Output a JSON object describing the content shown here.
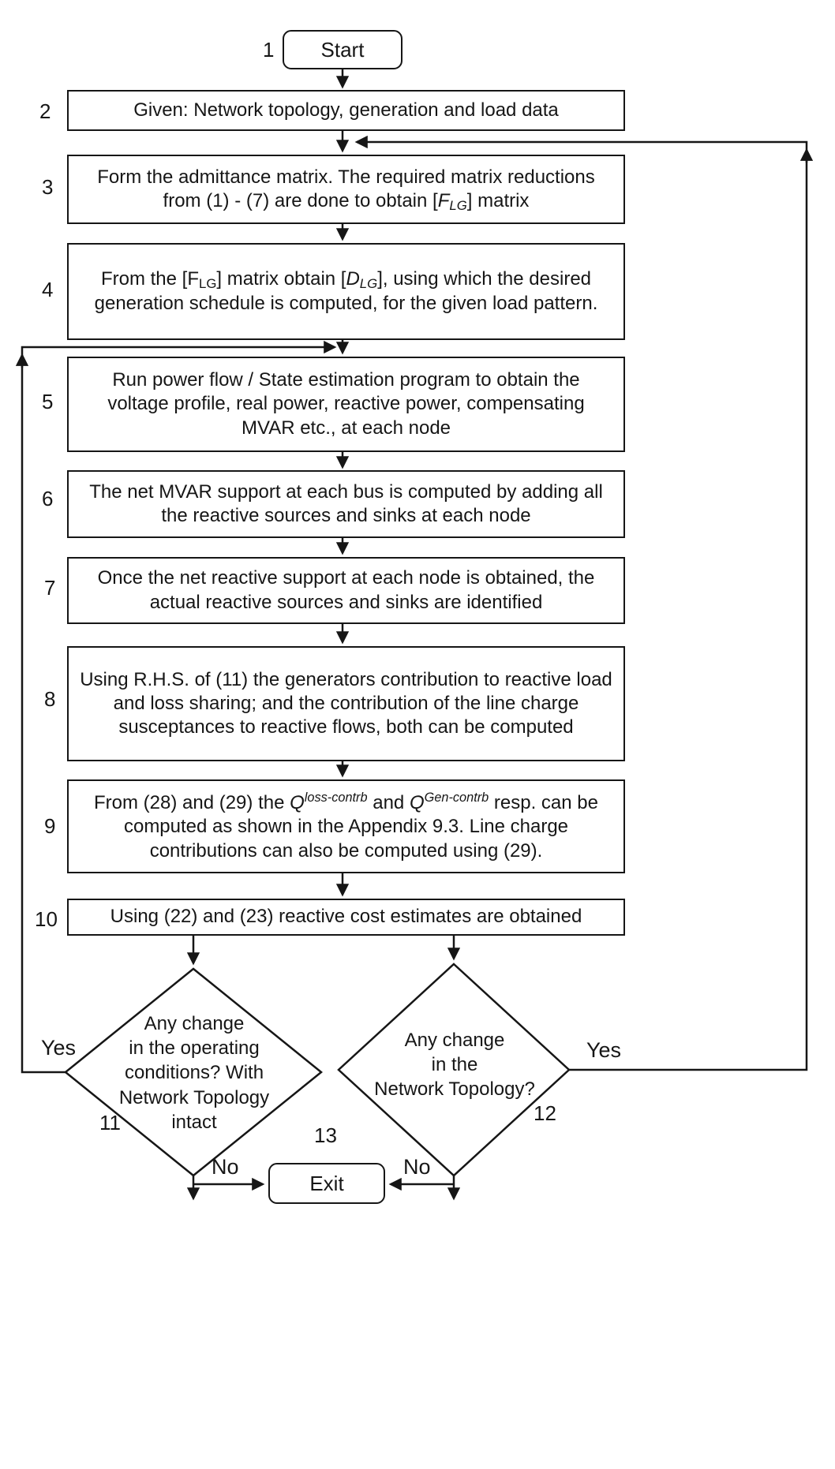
{
  "figure": {
    "ink": "#161616",
    "paper": "#ffffff"
  },
  "nodes": {
    "start": {
      "num": "1",
      "label": "Start"
    },
    "given": {
      "num": "2",
      "text": "Given: Network topology, generation and load data"
    },
    "admittance": {
      "num": "3",
      "seg1": "Form the admittance matrix. The required matrix reductions from (1) - (7) are done to obtain [",
      "sym": "F",
      "sym_sub": "LG",
      "seg2": "] matrix"
    },
    "schedule": {
      "num": "4",
      "seg1": "From the [",
      "sym1": "F",
      "sym1_sub": "LG",
      "seg2": "] matrix obtain [",
      "sym2": "D",
      "sym2_sub": "LG",
      "seg3": "], using which the desired generation schedule is computed, for the given load pattern."
    },
    "powerflow": {
      "num": "5",
      "text": "Run power flow / State estimation program to obtain the voltage profile, real power, reactive power, compensating MVAR etc., at each node"
    },
    "mvar": {
      "num": "6",
      "text": "The net MVAR support at each bus is computed by adding all the reactive sources and sinks at each node"
    },
    "identify": {
      "num": "7",
      "text": "Once the net reactive support at each node is obtained, the actual reactive sources and sinks are identified"
    },
    "rhs": {
      "num": "8",
      "text": "Using R.H.S. of (11) the generators contribution to reactive load and loss sharing; and the contribution of the line charge susceptances to reactive flows, both can be computed"
    },
    "compute": {
      "num": "9",
      "seg1": "From (28) and (29) the ",
      "q1": "Q",
      "q1_sup": "loss-contrb",
      "seg2": " and ",
      "q2": "Q",
      "q2_sup": "Gen-contrb",
      "seg3": " resp. can be computed as shown in the Appendix 9.3. Line charge contributions can also be computed using (29)."
    },
    "cost": {
      "num": "10",
      "text": "Using (22) and (23) reactive cost estimates are obtained"
    },
    "decision_operating": {
      "num": "11",
      "text": "Any change\nin the operating\nconditions? With\nNetwork Topology\nintact"
    },
    "decision_topology": {
      "num": "12",
      "text": "Any change\nin the\nNetwork Topology?"
    },
    "exit": {
      "num": "13",
      "label": "Exit"
    }
  },
  "edges": {
    "yes_left": "Yes",
    "yes_right": "Yes",
    "no_left": "No",
    "no_right": "No"
  }
}
